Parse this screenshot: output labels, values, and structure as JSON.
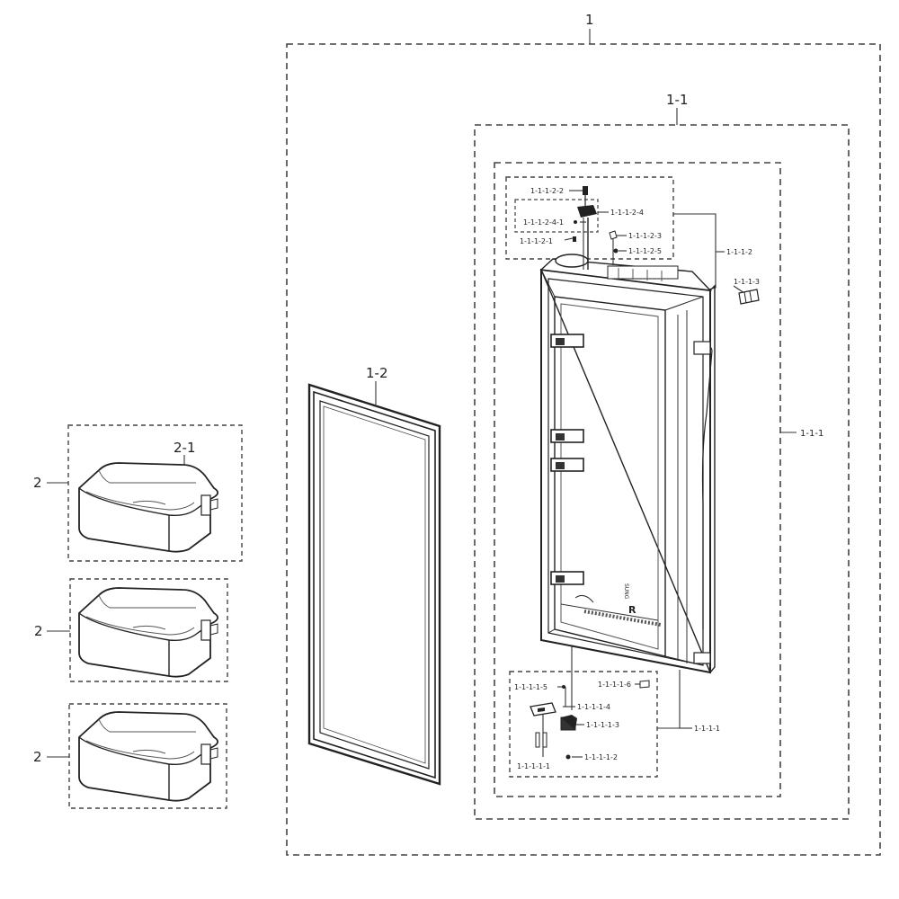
{
  "labels": {
    "assembly": "1",
    "door_assembly": "1-1",
    "door_foam": "1-1-1",
    "hinge_group": "1-1-1-2",
    "hinge_top": "1-1-1-2-2",
    "hinge_cap": "1-1-1-2-4",
    "hinge_pin": "1-1-1-2-4-1",
    "hinge_washer": "1-1-1-2-1",
    "hinge_screw_a": "1-1-1-2-3",
    "hinge_screw_b": "1-1-1-2-5",
    "side_clip": "1-1-1-3",
    "bottom_group": "1-1-1-1",
    "bottom_screw": "1-1-1-1-5",
    "bottom_bolt": "1-1-1-1-6",
    "bottom_bracket": "1-1-1-1-4",
    "bottom_hinge": "1-1-1-1-3",
    "bottom_pin": "1-1-1-1-2",
    "bottom_bushing": "1-1-1-1-1",
    "gasket": "1-2",
    "guard_set": "2",
    "guard": "2-1"
  },
  "door_mark": "R",
  "door_text": "SUNG",
  "colors": {
    "line": "#222222",
    "dash": "#444444",
    "fill": "#ffffff",
    "shade": "#bdbdbd"
  }
}
